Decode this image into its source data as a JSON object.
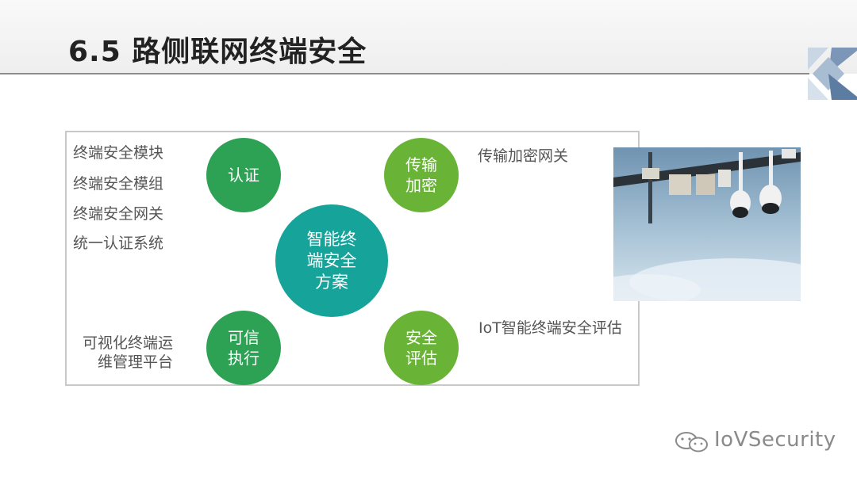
{
  "slide": {
    "title": "6.5 路侧联网终端安全",
    "colors": {
      "green": "#2ea254",
      "lime": "#69b437",
      "teal": "#16a39a",
      "text": "#555555"
    }
  },
  "diagram": {
    "center": {
      "lines": [
        "智能终",
        "端安全",
        "方案"
      ]
    },
    "nodes": {
      "auth": {
        "lines": [
          "认证"
        ]
      },
      "transport": {
        "lines": [
          "传输",
          "加密"
        ]
      },
      "trusted": {
        "lines": [
          "可信",
          "执行"
        ]
      },
      "assessment": {
        "lines": [
          "安全",
          "评估"
        ]
      }
    },
    "labels": {
      "auth": [
        "终端安全模块",
        "终端安全模组",
        "终端安全网关",
        "统一认证系统"
      ],
      "transport": [
        "传输加密网关"
      ],
      "trusted": [
        "可视化终端运",
        "维管理平台"
      ],
      "assessment": [
        "IoT智能终端安全评估"
      ]
    }
  },
  "photo": {
    "icon": "surveillance-camera-photo"
  },
  "watermark": {
    "text": "IoVSecurity",
    "icon": "wechat-icon"
  }
}
